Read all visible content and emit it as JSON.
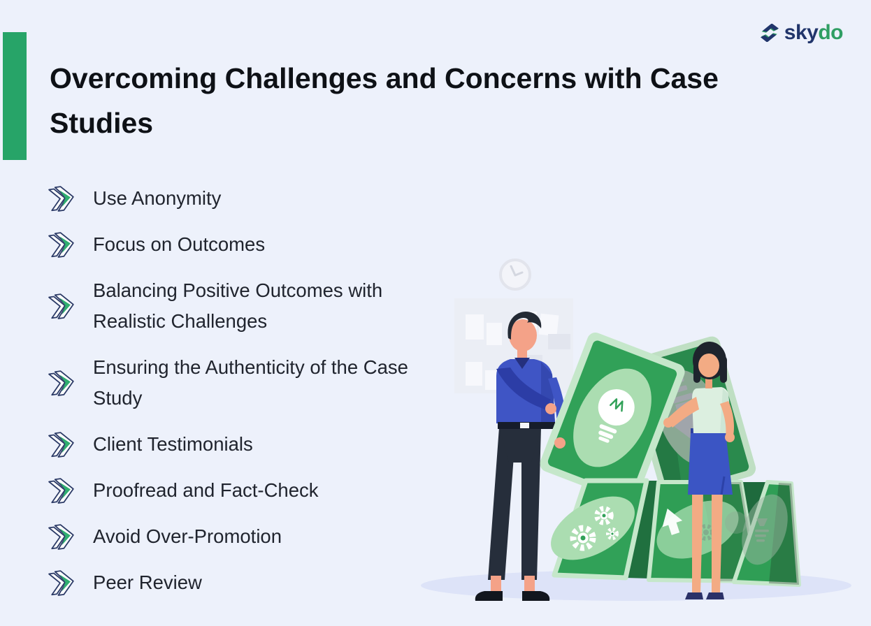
{
  "page": {
    "background_color": "#edf1fb",
    "accent_bar_color": "#27a468"
  },
  "logo": {
    "icon": "skydo-double-chevron-icon",
    "text_sky": "sky",
    "text_do": "do",
    "color_sky": "#21356b",
    "color_do": "#2f9e63"
  },
  "title": {
    "line1": "Overcoming Challenges and Concerns with Case",
    "line2": "Studies"
  },
  "list": {
    "bullet_icon": "double-chevron-icon",
    "bullet_outline_color": "#2b3a66",
    "bullet_fill_color": "#2fae70",
    "items": [
      {
        "label": "Use Anonymity"
      },
      {
        "label": "Focus on Outcomes"
      },
      {
        "label": "Balancing Positive Outcomes with Realistic Challenges"
      },
      {
        "label": "Ensuring the Authenticity of the Case Study"
      },
      {
        "label": "Client Testimonials"
      },
      {
        "label": "Proofread and Fact-Check"
      },
      {
        "label": "Avoid Over-Promotion"
      },
      {
        "label": "Peer Review"
      }
    ]
  },
  "illustration": {
    "description": "Two people building a house of cards from green idea cards",
    "elements": [
      "clock-icon",
      "pin-board-with-sticky-notes",
      "man-figure-blue-shirt",
      "woman-figure-mint-top",
      "lightbulb-card",
      "down-arrow-card",
      "card-pyramid-gears-card",
      "card-pyramid-up-arrow-card",
      "ground-shadow"
    ],
    "colors": {
      "card_green": "#31a158",
      "card_green_dark": "#20703f",
      "card_border_mint": "#c5e7ca",
      "card_ellipse_light": "#abddb1",
      "card_ellipse_sage": "#8aa893",
      "gray_icon": "#a0a5ab",
      "skin": "#f4a288",
      "shirt_blue": "#3f55c5",
      "skirt_blue": "#3b55c4",
      "mint_top": "#dcefe0",
      "pants_dark": "#262e3b",
      "hair_dark": "#232a34",
      "shadow": "#dde3f8"
    }
  }
}
